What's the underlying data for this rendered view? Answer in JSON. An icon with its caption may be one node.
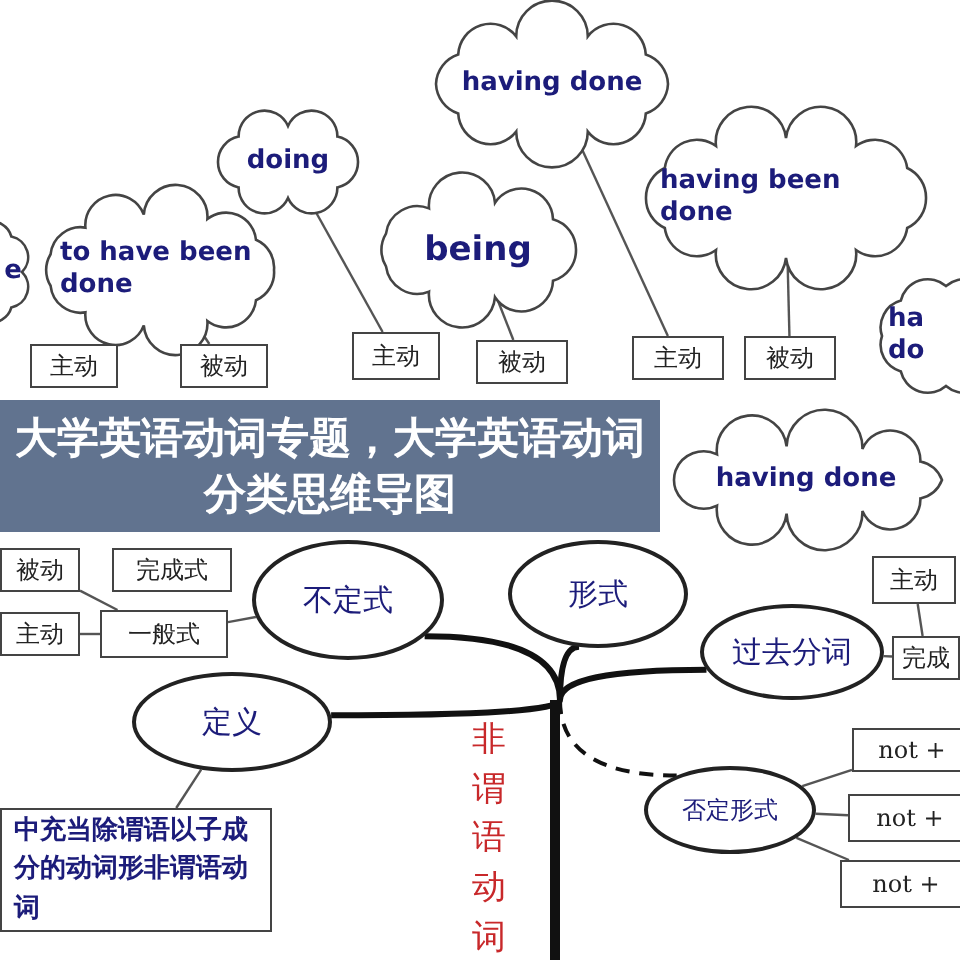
{
  "diagram": {
    "title": "大学英语动词专题，大学英语动词分类思维导图",
    "nodes": [
      {
        "text": [
          "to have been done"
        ]
      },
      {
        "text": [
          "e"
        ]
      },
      {
        "text": [
          "doing"
        ]
      },
      {
        "text": [
          "being"
        ]
      },
      {
        "text": [
          "having done"
        ]
      },
      {
        "text": [
          "having been done"
        ]
      },
      {
        "text": [
          "ha do"
        ]
      },
      {
        "text": [
          "主动"
        ]
      },
      {
        "text": [
          "被动"
        ]
      },
      {
        "text": [
          "主动"
        ]
      },
      {
        "text": [
          "被动"
        ]
      },
      {
        "text": [
          "主动"
        ]
      },
      {
        "text": [
          "被动"
        ]
      },
      {
        "text": [
          "完成式"
        ]
      },
      {
        "text": [
          "被动"
        ]
      },
      {
        "text": [
          "主动"
        ]
      },
      {
        "text": [
          "一般式"
        ]
      },
      {
        "text": [
          "不定式"
        ]
      },
      {
        "text": [
          "形式"
        ]
      },
      {
        "text": [
          "having done"
        ]
      },
      {
        "text": [
          "主动"
        ]
      },
      {
        "text": [
          "完成"
        ]
      },
      {
        "text": [
          "定义"
        ]
      },
      {
        "text": [
          "中充当除谓语以子成分的动词形非谓语动词"
        ]
      },
      {
        "text": [
          "过去分词"
        ]
      },
      {
        "text": [
          "否定形式"
        ]
      },
      {
        "text": [
          "not +"
        ]
      },
      {
        "text": [
          "not +"
        ]
      },
      {
        "text": [
          "not +"
        ]
      },
      {
        "text": [
          "非谓语动词"
        ]
      }
    ],
    "edges": [
      {
        "from": 2,
        "to": 7,
        "arrow": "none"
      },
      {
        "from": 3,
        "to": 8,
        "arrow": "none"
      },
      {
        "from": 4,
        "to": 9,
        "arrow": "none"
      },
      {
        "from": 5,
        "to": 10,
        "arrow": "none"
      },
      {
        "from": 0,
        "to": 12,
        "arrow": "none"
      },
      {
        "from": 14,
        "to": 16,
        "arrow": "none"
      },
      {
        "from": 15,
        "to": 16,
        "arrow": "none"
      },
      {
        "from": 16,
        "to": 17,
        "arrow": "none"
      },
      {
        "from": 20,
        "to": 21,
        "arrow": "none"
      },
      {
        "from": 24,
        "to": 21,
        "arrow": "none"
      },
      {
        "from": 22,
        "to": 23,
        "arrow": "none"
      },
      {
        "from": 25,
        "to": 26,
        "arrow": "none"
      },
      {
        "from": 25,
        "to": 27,
        "arrow": "none"
      },
      {
        "from": 25,
        "to": 28,
        "arrow": "none"
      },
      {
        "from": 29,
        "to": 17,
        "arrow": "none",
        "style": "thick"
      },
      {
        "from": 29,
        "to": 18,
        "arrow": "none",
        "style": "thick"
      },
      {
        "from": 29,
        "to": 22,
        "arrow": "none",
        "style": "thick"
      },
      {
        "from": 29,
        "to": 24,
        "arrow": "none",
        "style": "thick"
      },
      {
        "from": 29,
        "to": 25,
        "arrow": "none",
        "style": "dashed"
      }
    ]
  }
}
